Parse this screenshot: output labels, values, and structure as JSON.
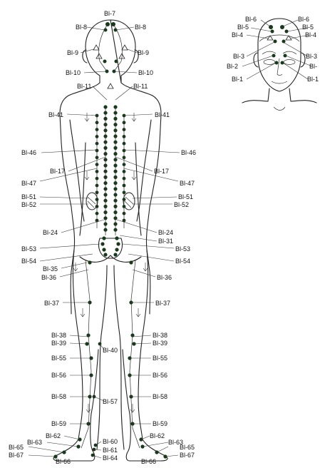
{
  "colors": {
    "point": "#153a18",
    "outline": "#222222",
    "background": "#ffffff"
  },
  "figure_labels": {
    "head_top": "Bl-7",
    "l_bl8": "Bl-8",
    "r_bl8": "Bl-8",
    "l_bl9": "Bl-9",
    "r_bl9": "Bl-9",
    "l_bl10": "Bl-10",
    "r_bl10": "Bl-10",
    "l_bl11": "Bl-11",
    "r_bl11": "Bl-11",
    "l_bl41": "Bl-41",
    "r_bl41": "Bl-41",
    "l_bl46": "Bl-46",
    "r_bl46": "Bl-46",
    "l_bl17": "Bl-17",
    "r_bl17": "Bl-17",
    "l_bl47": "Bl-47",
    "r_bl47": "Bl-47",
    "l_bl51": "Bl-51",
    "r_bl51": "Bl-51",
    "l_bl52": "Bl-52",
    "r_bl52": "Bl-52",
    "l_bl24": "Bl-24",
    "r_bl24": "Bl-24",
    "r_bl31": "Bl-31",
    "l_bl53": "Bl-53",
    "r_bl53": "Bl-53",
    "l_bl54": "Bl-54",
    "r_bl54": "Bl-54",
    "l_bl35": "Bl-35",
    "l_bl36": "Bl-36",
    "r_bl36": "Bl-36",
    "l_bl37": "Bl-37",
    "r_bl37": "Bl-37",
    "l_bl38": "Bl-38",
    "r_bl38": "Bl-38",
    "l_bl39": "Bl-39",
    "r_bl39": "Bl-39",
    "c_bl40": "Bl-40",
    "l_bl55": "Bl-55",
    "r_bl55": "Bl-55",
    "l_bl56": "Bl-56",
    "r_bl56": "Bl-56",
    "l_bl58": "Bl-58",
    "r_bl58": "Bl-58",
    "c_bl57": "Bl-57",
    "l_bl59": "Bl-59",
    "r_bl59": "Bl-59",
    "l_bl62": "Bl-62",
    "r_bl62": "Bl-62",
    "l_bl63": "Bl-63",
    "r_bl63": "Bl-63",
    "c_bl60": "Bl-60",
    "c_bl61": "Bl-61",
    "c_bl64": "Bl-64",
    "l_bl65": "Bl-65",
    "r_bl65": "Bl-65",
    "l_bl67": "Bl-67",
    "r_bl67": "Bl-67",
    "l_bl66": "Bl-66",
    "r_bl66": "Bl-66"
  },
  "face_labels": {
    "l_bl6": "Bl-6",
    "r_bl6": "Bl-6",
    "l_bl5": "Bl-5",
    "r_bl5": "Bl-5",
    "l_bl4": "Bl-4",
    "r_bl4": "Bl-4",
    "l_bl3": "Bl-3",
    "r_bl3": "Bl-3",
    "l_bl2": "Bl-2",
    "r_bl2": "Bl-",
    "l_bl1": "Bl-1",
    "r_bl1": "Bl-1"
  }
}
